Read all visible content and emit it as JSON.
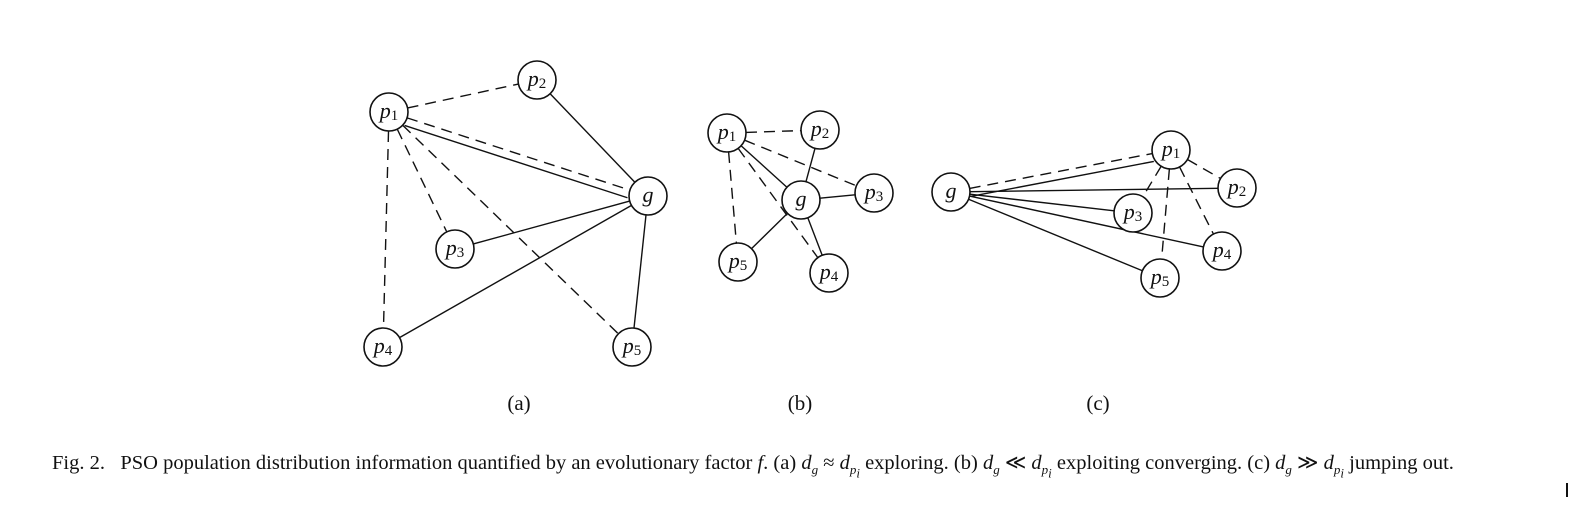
{
  "figure": {
    "panels": [
      {
        "id": "a",
        "label": "(a)",
        "nodes": [
          {
            "id": "p1",
            "base": "p",
            "sub": "1"
          },
          {
            "id": "p2",
            "base": "p",
            "sub": "2"
          },
          {
            "id": "g",
            "base": "g",
            "sub": ""
          },
          {
            "id": "p3",
            "base": "p",
            "sub": "3"
          },
          {
            "id": "p4",
            "base": "p",
            "sub": "4"
          },
          {
            "id": "p5",
            "base": "p",
            "sub": "5"
          }
        ],
        "edges": [
          {
            "from": "p1",
            "to": "p2",
            "style": "dashed"
          },
          {
            "from": "p1",
            "to": "p3",
            "style": "dashed"
          },
          {
            "from": "p1",
            "to": "p4",
            "style": "dashed"
          },
          {
            "from": "p1",
            "to": "p5",
            "style": "dashed"
          },
          {
            "from": "p1",
            "to": "g",
            "style": "dashed"
          },
          {
            "from": "p1",
            "to": "g",
            "style": "solid"
          },
          {
            "from": "p2",
            "to": "g",
            "style": "solid"
          },
          {
            "from": "p3",
            "to": "g",
            "style": "solid"
          },
          {
            "from": "p4",
            "to": "g",
            "style": "solid"
          },
          {
            "from": "p5",
            "to": "g",
            "style": "solid"
          }
        ]
      },
      {
        "id": "b",
        "label": "(b)",
        "nodes": [
          {
            "id": "p1",
            "base": "p",
            "sub": "1"
          },
          {
            "id": "p2",
            "base": "p",
            "sub": "2"
          },
          {
            "id": "g",
            "base": "g",
            "sub": ""
          },
          {
            "id": "p3",
            "base": "p",
            "sub": "3"
          },
          {
            "id": "p5",
            "base": "p",
            "sub": "5"
          },
          {
            "id": "p4",
            "base": "p",
            "sub": "4"
          }
        ],
        "edges": [
          {
            "from": "p1",
            "to": "p2",
            "style": "dashed"
          },
          {
            "from": "p1",
            "to": "p3",
            "style": "dashed"
          },
          {
            "from": "p1",
            "to": "p4",
            "style": "dashed"
          },
          {
            "from": "p1",
            "to": "p5",
            "style": "dashed"
          },
          {
            "from": "p1",
            "to": "g",
            "style": "solid"
          },
          {
            "from": "p2",
            "to": "g",
            "style": "solid"
          },
          {
            "from": "p3",
            "to": "g",
            "style": "solid"
          },
          {
            "from": "p4",
            "to": "g",
            "style": "solid"
          },
          {
            "from": "p5",
            "to": "g",
            "style": "solid"
          }
        ]
      },
      {
        "id": "c",
        "label": "(c)",
        "nodes": [
          {
            "id": "g",
            "base": "g",
            "sub": ""
          },
          {
            "id": "p1",
            "base": "p",
            "sub": "1"
          },
          {
            "id": "p2",
            "base": "p",
            "sub": "2"
          },
          {
            "id": "p3",
            "base": "p",
            "sub": "3"
          },
          {
            "id": "p4",
            "base": "p",
            "sub": "4"
          },
          {
            "id": "p5",
            "base": "p",
            "sub": "5"
          }
        ],
        "edges": [
          {
            "from": "g",
            "to": "p1",
            "style": "dashed"
          },
          {
            "from": "p1",
            "to": "p2",
            "style": "dashed"
          },
          {
            "from": "p1",
            "to": "p3",
            "style": "dashed"
          },
          {
            "from": "p1",
            "to": "p4",
            "style": "dashed"
          },
          {
            "from": "p1",
            "to": "p5",
            "style": "dashed"
          },
          {
            "from": "g",
            "to": "p1",
            "style": "solid"
          },
          {
            "from": "g",
            "to": "p2",
            "style": "solid"
          },
          {
            "from": "g",
            "to": "p3",
            "style": "solid"
          },
          {
            "from": "g",
            "to": "p4",
            "style": "solid"
          },
          {
            "from": "g",
            "to": "p5",
            "style": "solid"
          }
        ]
      }
    ]
  },
  "caption": {
    "lead": "Fig. 2.",
    "text_1": "PSO population distribution information quantified by an evolutionary factor",
    "f": "f",
    "a_label": ". (a)",
    "a_math": "d",
    "a_sub_g": "g",
    "a_rel": " ≈ ",
    "a_sub_p": "p",
    "a_sub_i": "i",
    "a_word": " exploring.",
    "b_label": " (b)",
    "b_rel": " ≪ ",
    "b_word": " exploiting converging.",
    "c_label": "(c)",
    "c_rel": " ≫ ",
    "c_word": " jumping out."
  }
}
